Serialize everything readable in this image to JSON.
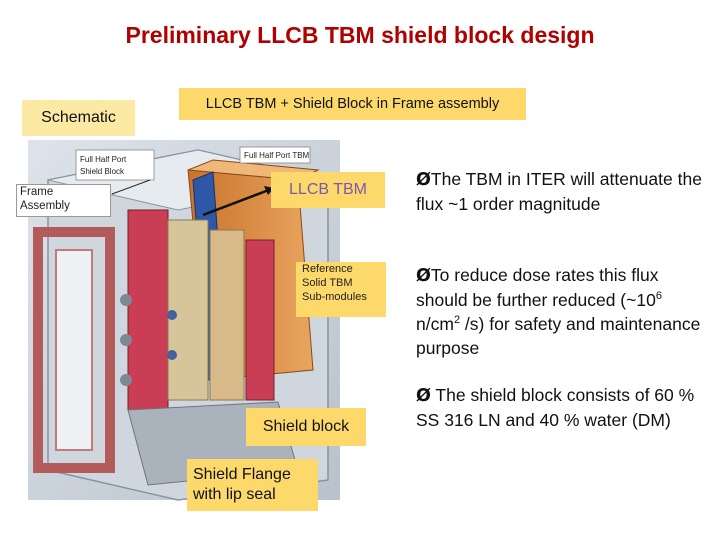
{
  "title": "Preliminary LLCB TBM shield block design",
  "labels": {
    "schematic": "Schematic",
    "assembly": "LLCB TBM + Shield Block in Frame assembly",
    "frame_line1": "Frame",
    "frame_line2": "Assembly",
    "half_port_small": "Full Half Port",
    "shield_block_small": "Shield Block",
    "half_port_tbm": "Full Half Port TBM",
    "llcb_tbm": "LLCB TBM",
    "ref_line1": "Reference",
    "ref_line2": "Solid TBM",
    "ref_line3": "Sub-modules",
    "shield_block": "Shield block",
    "flange_line1": "Shield Flange",
    "flange_line2": "with lip seal"
  },
  "bullets": {
    "b1": "The TBM in ITER will attenuate the flux  ~1 order magnitude",
    "b2_pre": "To reduce dose rates this flux should be further reduced (~10",
    "b2_exp": "6",
    "b2_mid": " n/cm",
    "b2_exp2": "2",
    "b2_post": " /s) for safety and maintenance  purpose",
    "b3": " The shield block consists of 60 % SS  316 LN and 40 % water (DM)",
    "marker": "Ø"
  },
  "colors": {
    "title": "#b00000",
    "label_fill": "#fdd86a",
    "llcb_text": "#7a5aa8"
  }
}
